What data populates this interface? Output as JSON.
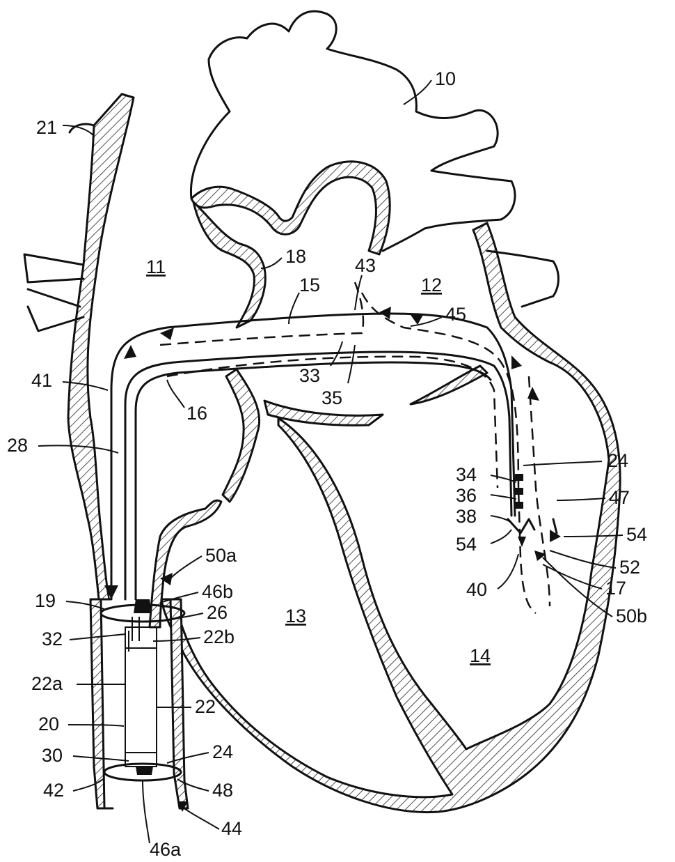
{
  "labels": {
    "l10": "10",
    "l21": "21",
    "l18": "18",
    "l11": "11",
    "l43": "43",
    "l15": "15",
    "l12": "12",
    "l45": "45",
    "l41": "41",
    "l33": "33",
    "l35": "35",
    "l16": "16",
    "l28": "28",
    "l24a": "24",
    "l34": "34",
    "l36": "36",
    "l47": "47",
    "l38": "38",
    "l54a": "54",
    "l54b": "54",
    "l50a": "50a",
    "l52": "52",
    "l46b": "46b",
    "l40": "40",
    "l17": "17",
    "l19": "19",
    "l26": "26",
    "l13": "13",
    "l50b": "50b",
    "l32": "32",
    "l22b": "22b",
    "l14": "14",
    "l22a": "22a",
    "l22": "22",
    "l20": "20",
    "l30": "30",
    "l24b": "24",
    "l42": "42",
    "l48": "48",
    "l44": "44",
    "l46a": "46a"
  },
  "colors": {
    "line": "#111111",
    "background": "#ffffff"
  }
}
